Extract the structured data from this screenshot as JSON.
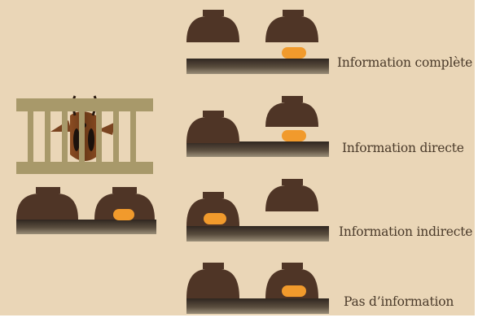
{
  "conditions": [
    {
      "label": "Information complète",
      "reward_position": "right",
      "bowls": "raised"
    },
    {
      "label": "Information directe",
      "reward_position": "right",
      "bowls": "right-raised"
    },
    {
      "label": "Information indirecte",
      "reward_position": "left",
      "bowls": "right-raised"
    },
    {
      "label": "Pas d’information",
      "reward_position": "right",
      "bowls": "lowered"
    }
  ],
  "colors": {
    "background": "#ead6b7",
    "bowl": "#4f3526",
    "tray_dark": "#3b3026",
    "tray_light": "#8a7e6a",
    "reward": "#f19a2c",
    "cage": "#a8996a",
    "goat": "#6b3b1d"
  }
}
